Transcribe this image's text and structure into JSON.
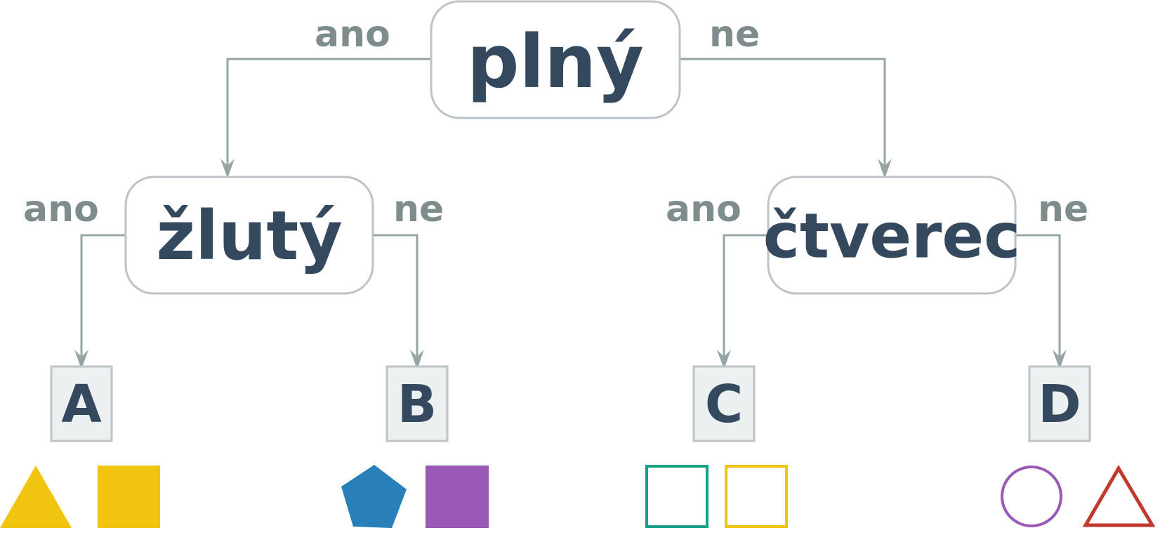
{
  "root": {
    "label": "plný",
    "yes_label": "ano",
    "no_label": "ne"
  },
  "left": {
    "label": "žlutý",
    "yes_label": "ano",
    "no_label": "ne"
  },
  "right": {
    "label": "čtverec",
    "yes_label": "ano",
    "no_label": "ne"
  },
  "leaves": [
    "A",
    "B",
    "C",
    "D"
  ],
  "shapes": [
    {
      "group": "A",
      "shape": "triangle",
      "style": "filled",
      "color": "#f1c40f"
    },
    {
      "group": "A",
      "shape": "square",
      "style": "filled",
      "color": "#f1c40f"
    },
    {
      "group": "B",
      "shape": "pentagon",
      "style": "filled",
      "color": "#2980b9"
    },
    {
      "group": "B",
      "shape": "square",
      "style": "filled",
      "color": "#9b59b6"
    },
    {
      "group": "C",
      "shape": "square",
      "style": "outline",
      "color": "#16a085"
    },
    {
      "group": "C",
      "shape": "square",
      "style": "outline",
      "color": "#f1c40f"
    },
    {
      "group": "D",
      "shape": "circle",
      "style": "outline",
      "color": "#9b59b6"
    },
    {
      "group": "D",
      "shape": "triangle",
      "style": "outline",
      "color": "#c0392b"
    }
  ],
  "colors": {
    "edge": "#95a5a6",
    "node_border": "#bdc3c7",
    "leaf_fill": "#ecf0f1",
    "text": "#34495e",
    "edge_label": "#7f8c8d"
  }
}
